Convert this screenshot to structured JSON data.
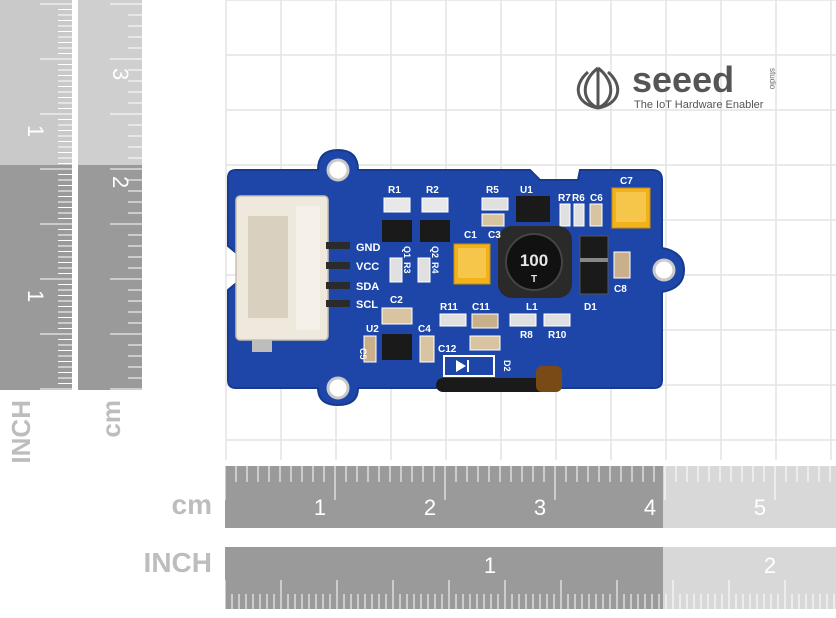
{
  "brand": {
    "name": "seeed",
    "superscript": "studio",
    "tagline": "The IoT Hardware Enabler"
  },
  "ruler_vertical_inch": {
    "unit_label": "INCH",
    "ticks": [
      "1",
      "1"
    ]
  },
  "ruler_vertical_cm": {
    "unit_label": "cm",
    "ticks": [
      "3",
      "2"
    ]
  },
  "ruler_horizontal_cm": {
    "unit_label": "cm",
    "ticks": [
      "1",
      "2",
      "3",
      "4",
      "5"
    ]
  },
  "ruler_horizontal_inch": {
    "unit_label": "INCH",
    "ticks": [
      "1",
      "2"
    ]
  },
  "board": {
    "pins": [
      "GND",
      "VCC",
      "SDA",
      "SCL"
    ],
    "inductor_marking": "100",
    "inductor_sub": "T",
    "designators": {
      "r1": "R1",
      "r2": "R2",
      "r5": "R5",
      "u1": "U1",
      "r7": "R7",
      "r6": "R6",
      "c6": "C6",
      "c7": "C7",
      "c1": "C1",
      "c3": "C3",
      "c8": "C8",
      "d1": "D1",
      "r3": "R3",
      "r4": "R4",
      "q1": "Q1",
      "q2": "Q2",
      "c2": "C2",
      "r11": "R11",
      "c11": "C11",
      "l1": "L1",
      "r8": "R8",
      "r10": "R10",
      "u2": "U2",
      "c4": "C4",
      "c5": "C5",
      "c12": "C12",
      "d2": "D2"
    }
  },
  "colors": {
    "pcb": "#1d46a8",
    "pcb_edge": "#163a8e",
    "ruler_dark": "#9a9a9a",
    "ruler_light": "#d6d6d6",
    "grid": "#e3e3e3",
    "tantalum": "#f2b21c",
    "connector": "#efe8dc"
  }
}
